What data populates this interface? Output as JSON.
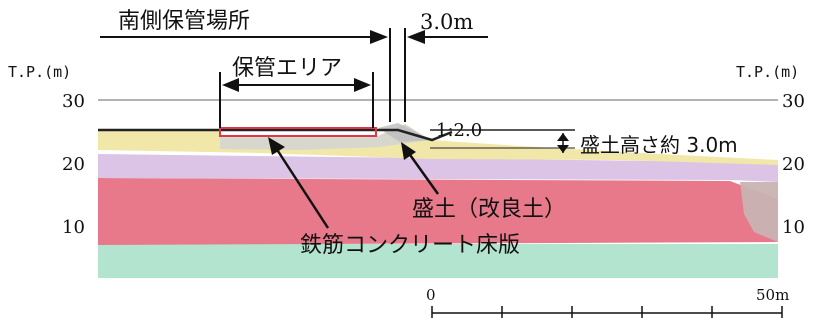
{
  "labels": {
    "south_storage_site": "南側保管場所",
    "storage_area": "保管エリア",
    "width_value": "3.0m",
    "axis_unit_left": "T.P.(m)",
    "axis_unit_right": "T.P.(m)",
    "slope_ratio": "1:2.0",
    "embankment_height": "盛土高さ約 3.0m",
    "embankment_material": "盛土（改良土）",
    "rc_slab": "鉄筋コンクリート床版",
    "scale_start": "0",
    "scale_end": "50m"
  },
  "elevation_ticks": {
    "left": [
      "30",
      "20",
      "10"
    ],
    "right": [
      "30",
      "20",
      "10"
    ]
  },
  "colors": {
    "top_layer": "#f1e7a8",
    "gray_layer": "#cfcfcf",
    "purple_layer": "#dcc4e6",
    "red_layer": "#e8798a",
    "mauve_layer": "#c9b3b3",
    "green_layer": "#b2e4d0",
    "slab_outline": "#e0364a",
    "gridline": "#9a9a9a"
  }
}
